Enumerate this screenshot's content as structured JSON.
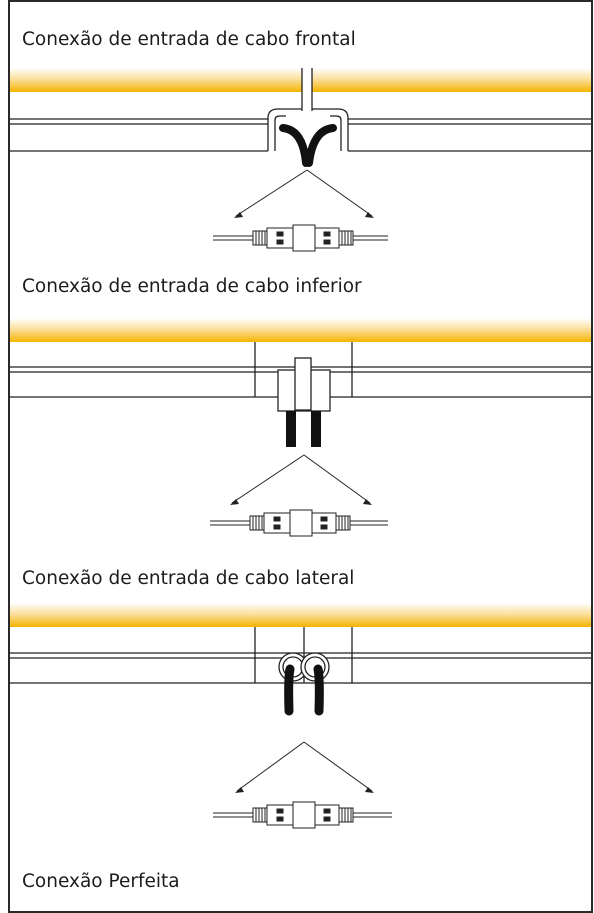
{
  "sections": [
    {
      "title": "Conexão de entrada de cabo frontal"
    },
    {
      "title": "Conexão de entrada de cabo inferior"
    },
    {
      "title": "Conexão de entrada de cabo lateral"
    },
    {
      "title": "Conexão Perfeita"
    }
  ],
  "colors": {
    "led_strip": "#f5b400",
    "stroke": "#222222",
    "cable": "#111111"
  }
}
